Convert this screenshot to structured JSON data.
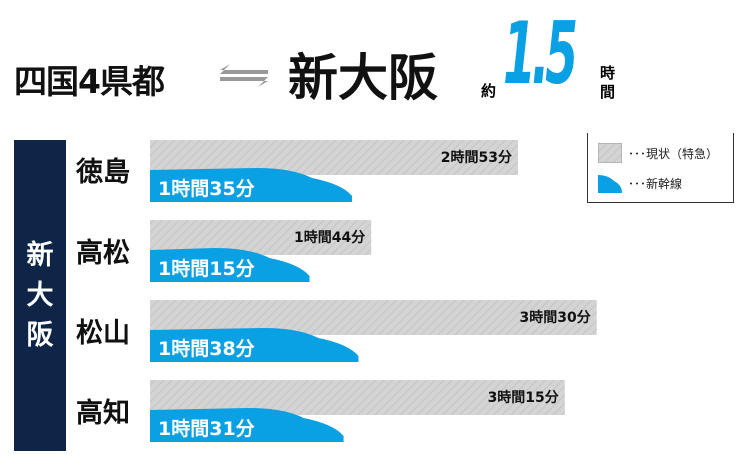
{
  "header": {
    "origin": "四国4県都",
    "destination": "新大阪",
    "approx": "約",
    "time_value": "1.5",
    "time_unit": "時間",
    "arrow_icon": "exchange-arrows-icon"
  },
  "side_label": [
    "新",
    "大",
    "阪"
  ],
  "legend": {
    "current": "･･･現状（特急）",
    "shinkansen": "･･･新幹線"
  },
  "colors": {
    "current": "#d2d2d2",
    "shinkansen": "#0aa0e4",
    "side": "#0f2547"
  },
  "chart_data": {
    "type": "bar",
    "title": "四国4県都 ⇌ 新大阪 約1.5時間",
    "categories": [
      "徳島",
      "高松",
      "松山",
      "高知"
    ],
    "series": [
      {
        "name": "現状（特急）",
        "values": [
          173,
          104,
          210,
          195
        ],
        "labels": [
          "2時間53分",
          "1時間44分",
          "3時間30分",
          "3時間15分"
        ]
      },
      {
        "name": "新幹線",
        "values": [
          95,
          75,
          98,
          91
        ],
        "labels": [
          "1時間35分",
          "1時間15分",
          "1時間38分",
          "1時間31分"
        ]
      }
    ],
    "unit": "minutes",
    "xlim": [
      0,
      240
    ]
  }
}
